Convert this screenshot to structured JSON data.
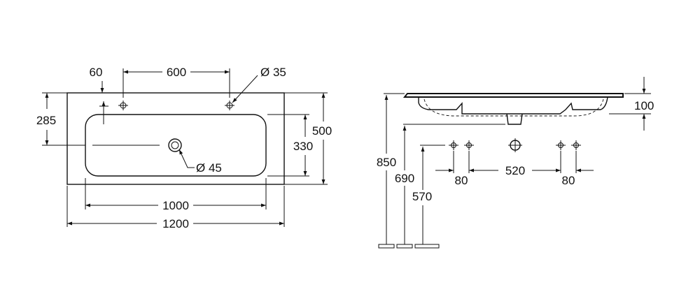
{
  "drawing": {
    "top_view": {
      "offset_60": "60",
      "tap_spacing_600": "600",
      "tap_hole_diameter": "Ø 35",
      "depth_to_centre_285": "285",
      "overall_depth_500": "500",
      "bowl_depth_330": "330",
      "drain_diameter": "Ø 45",
      "bowl_width_1000": "1000",
      "overall_width_1200": "1200"
    },
    "side_view": {
      "height_850": "850",
      "height_690": "690",
      "height_570": "570",
      "basin_height_100": "100",
      "hole_offset_left_80": "80",
      "hole_spacing_520": "520",
      "hole_offset_right_80": "80"
    }
  }
}
